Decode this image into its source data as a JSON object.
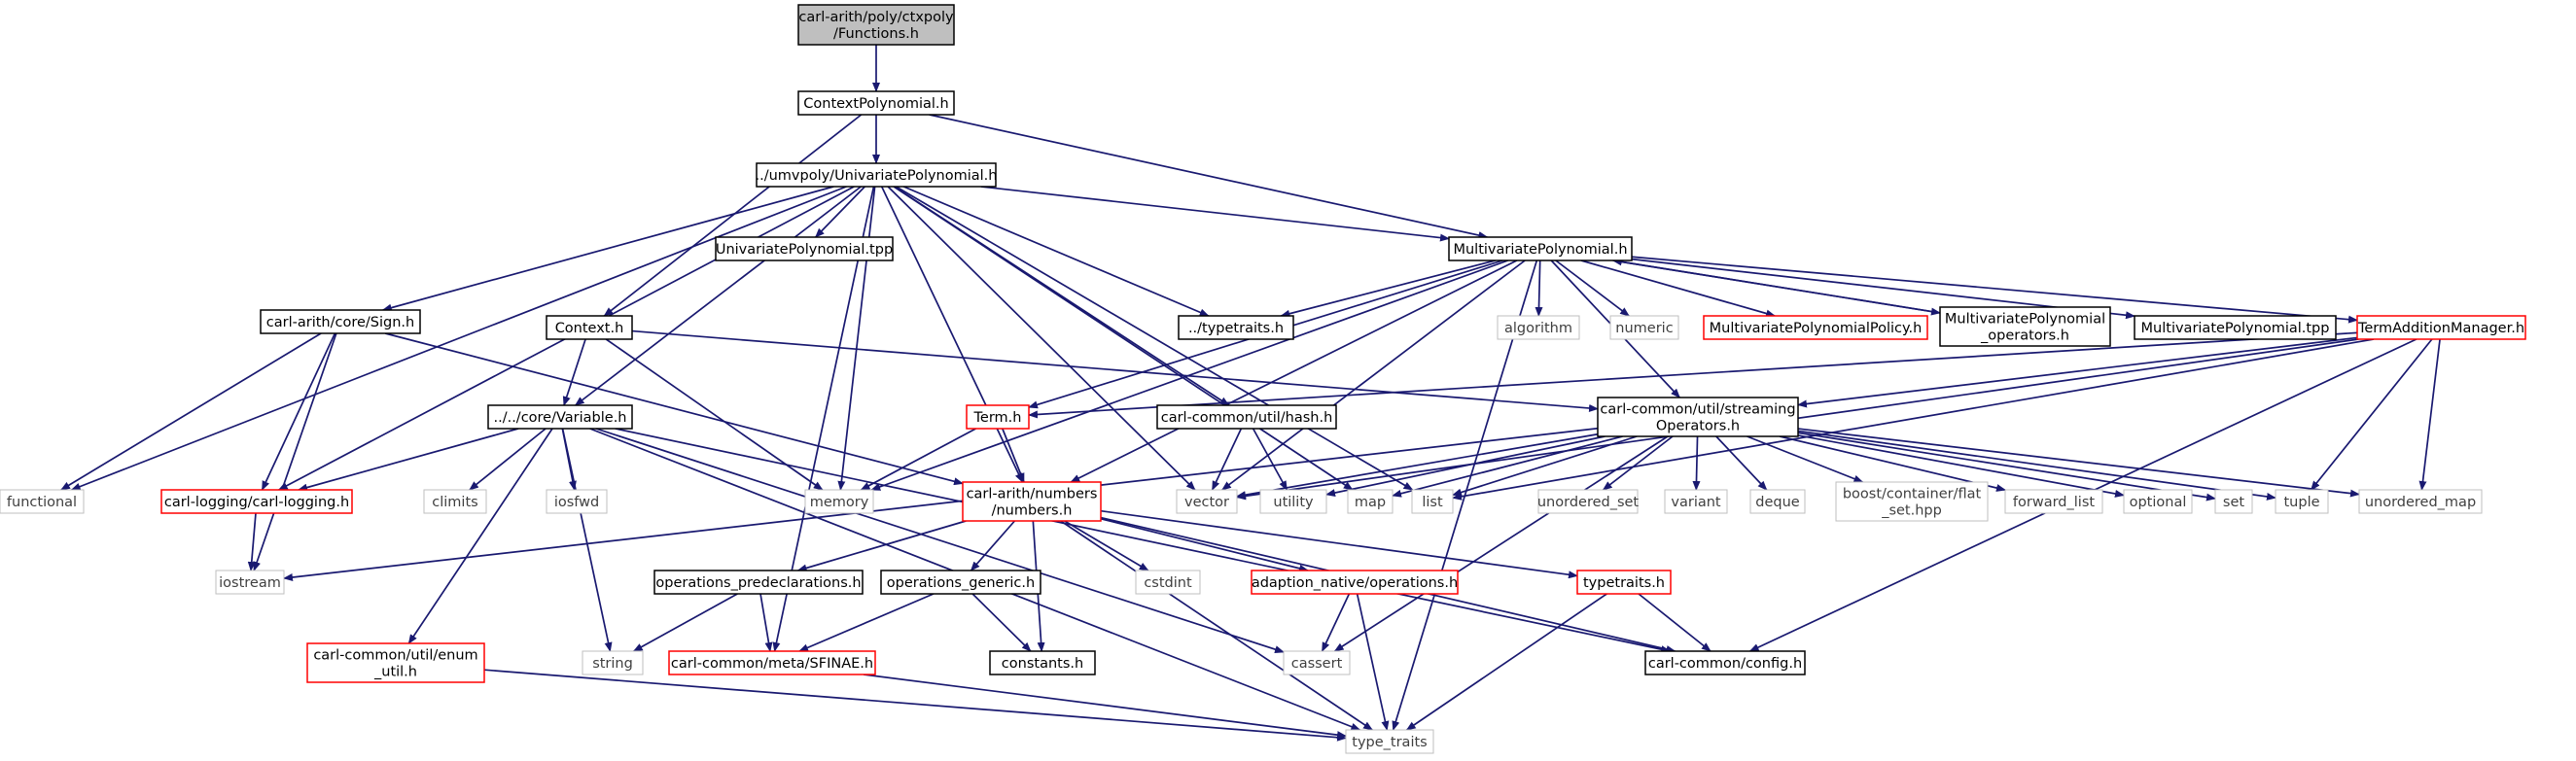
{
  "graph": {
    "nodes": [
      {
        "id": "functions",
        "lines": [
          "carl-arith/poly/ctxpoly",
          "/Functions.h"
        ],
        "kind": "root"
      },
      {
        "id": "ctxpoly",
        "lines": [
          "ContextPolynomial.h"
        ],
        "kind": "documented"
      },
      {
        "id": "univar",
        "lines": [
          "../umvpoly/UnivariatePolynomial.h"
        ],
        "kind": "documented"
      },
      {
        "id": "univar_tpp",
        "lines": [
          "UnivariatePolynomial.tpp"
        ],
        "kind": "documented"
      },
      {
        "id": "multivar",
        "lines": [
          "MultivariatePolynomial.h"
        ],
        "kind": "documented"
      },
      {
        "id": "context",
        "lines": [
          "Context.h"
        ],
        "kind": "documented"
      },
      {
        "id": "typetraits_rel",
        "lines": [
          "../typetraits.h"
        ],
        "kind": "documented"
      },
      {
        "id": "algorithm",
        "lines": [
          "algorithm"
        ],
        "kind": "system"
      },
      {
        "id": "numeric",
        "lines": [
          "numeric"
        ],
        "kind": "system"
      },
      {
        "id": "mvp_policy",
        "lines": [
          "MultivariatePolynomialPolicy.h"
        ],
        "kind": "truncated"
      },
      {
        "id": "mvp_ops",
        "lines": [
          "MultivariatePolynomial",
          "_operators.h"
        ],
        "kind": "documented"
      },
      {
        "id": "mvp_tpp",
        "lines": [
          "MultivariatePolynomial.tpp"
        ],
        "kind": "documented"
      },
      {
        "id": "termadd",
        "lines": [
          "TermAdditionManager.h"
        ],
        "kind": "truncated"
      },
      {
        "id": "sign",
        "lines": [
          "carl-arith/core/Sign.h"
        ],
        "kind": "documented"
      },
      {
        "id": "variable",
        "lines": [
          "../../core/Variable.h"
        ],
        "kind": "documented"
      },
      {
        "id": "hash",
        "lines": [
          "carl-common/util/hash.h"
        ],
        "kind": "documented"
      },
      {
        "id": "term",
        "lines": [
          "Term.h"
        ],
        "kind": "truncated"
      },
      {
        "id": "streaming",
        "lines": [
          "carl-common/util/streaming",
          "Operators.h"
        ],
        "kind": "documented"
      },
      {
        "id": "functional",
        "lines": [
          "functional"
        ],
        "kind": "system"
      },
      {
        "id": "logging",
        "lines": [
          "carl-logging/carl-logging.h"
        ],
        "kind": "truncated"
      },
      {
        "id": "climits",
        "lines": [
          "climits"
        ],
        "kind": "system"
      },
      {
        "id": "iosfwd",
        "lines": [
          "iosfwd"
        ],
        "kind": "system"
      },
      {
        "id": "memory",
        "lines": [
          "memory"
        ],
        "kind": "system"
      },
      {
        "id": "numbers",
        "lines": [
          "carl-arith/numbers",
          "/numbers.h"
        ],
        "kind": "truncated"
      },
      {
        "id": "vector",
        "lines": [
          "vector"
        ],
        "kind": "system"
      },
      {
        "id": "utility",
        "lines": [
          "utility"
        ],
        "kind": "system"
      },
      {
        "id": "map",
        "lines": [
          "map"
        ],
        "kind": "system"
      },
      {
        "id": "list",
        "lines": [
          "list"
        ],
        "kind": "system"
      },
      {
        "id": "unordered_set",
        "lines": [
          "unordered_set"
        ],
        "kind": "system"
      },
      {
        "id": "variant",
        "lines": [
          "variant"
        ],
        "kind": "system"
      },
      {
        "id": "deque",
        "lines": [
          "deque"
        ],
        "kind": "system"
      },
      {
        "id": "flat_set",
        "lines": [
          "boost/container/flat",
          "_set.hpp"
        ],
        "kind": "system"
      },
      {
        "id": "forward_list",
        "lines": [
          "forward_list"
        ],
        "kind": "system"
      },
      {
        "id": "optional",
        "lines": [
          "optional"
        ],
        "kind": "system"
      },
      {
        "id": "set",
        "lines": [
          "set"
        ],
        "kind": "system"
      },
      {
        "id": "tuple",
        "lines": [
          "tuple"
        ],
        "kind": "system"
      },
      {
        "id": "unordered_map",
        "lines": [
          "unordered_map"
        ],
        "kind": "system"
      },
      {
        "id": "iostream",
        "lines": [
          "iostream"
        ],
        "kind": "system"
      },
      {
        "id": "ops_predecl",
        "lines": [
          "operations_predeclarations.h"
        ],
        "kind": "documented"
      },
      {
        "id": "ops_generic",
        "lines": [
          "operations_generic.h"
        ],
        "kind": "documented"
      },
      {
        "id": "cstdint",
        "lines": [
          "cstdint"
        ],
        "kind": "system"
      },
      {
        "id": "adaption",
        "lines": [
          "adaption_native/operations.h"
        ],
        "kind": "truncated"
      },
      {
        "id": "typetraits_h",
        "lines": [
          "typetraits.h"
        ],
        "kind": "truncated"
      },
      {
        "id": "enum_util",
        "lines": [
          "carl-common/util/enum",
          "_util.h"
        ],
        "kind": "truncated"
      },
      {
        "id": "string",
        "lines": [
          "string"
        ],
        "kind": "system"
      },
      {
        "id": "sfinae",
        "lines": [
          "carl-common/meta/SFINAE.h"
        ],
        "kind": "truncated"
      },
      {
        "id": "constants",
        "lines": [
          "constants.h"
        ],
        "kind": "documented"
      },
      {
        "id": "cassert",
        "lines": [
          "cassert"
        ],
        "kind": "system"
      },
      {
        "id": "config",
        "lines": [
          "carl-common/config.h"
        ],
        "kind": "documented"
      },
      {
        "id": "type_traits",
        "lines": [
          "type_traits"
        ],
        "kind": "system"
      }
    ],
    "edges": [
      [
        "functions",
        "ctxpoly"
      ],
      [
        "ctxpoly",
        "univar"
      ],
      [
        "ctxpoly",
        "multivar"
      ],
      [
        "ctxpoly",
        "context"
      ],
      [
        "univar",
        "univar_tpp"
      ],
      [
        "univar",
        "multivar"
      ],
      [
        "univar",
        "typetraits_rel"
      ],
      [
        "univar",
        "sign"
      ],
      [
        "univar",
        "variable"
      ],
      [
        "univar",
        "functional"
      ],
      [
        "univar",
        "logging"
      ],
      [
        "univar",
        "memory"
      ],
      [
        "univar",
        "numbers"
      ],
      [
        "univar",
        "vector"
      ],
      [
        "univar",
        "hash"
      ],
      [
        "univar",
        "map"
      ],
      [
        "univar",
        "list"
      ],
      [
        "univar",
        "sfinae"
      ],
      [
        "multivar",
        "typetraits_rel"
      ],
      [
        "multivar",
        "algorithm"
      ],
      [
        "multivar",
        "numeric"
      ],
      [
        "multivar",
        "mvp_policy"
      ],
      [
        "multivar",
        "mvp_ops"
      ],
      [
        "multivar",
        "mvp_tpp"
      ],
      [
        "multivar",
        "termadd"
      ],
      [
        "multivar",
        "term"
      ],
      [
        "multivar",
        "memory"
      ],
      [
        "multivar",
        "numbers"
      ],
      [
        "multivar",
        "vector"
      ],
      [
        "multivar",
        "streaming"
      ],
      [
        "multivar",
        "type_traits"
      ],
      [
        "mvp_ops",
        "multivar"
      ],
      [
        "termadd",
        "term"
      ],
      [
        "termadd",
        "streaming"
      ],
      [
        "termadd",
        "vector"
      ],
      [
        "termadd",
        "list"
      ],
      [
        "termadd",
        "tuple"
      ],
      [
        "termadd",
        "unordered_map"
      ],
      [
        "termadd",
        "config"
      ],
      [
        "context",
        "variable"
      ],
      [
        "context",
        "memory"
      ],
      [
        "context",
        "streaming"
      ],
      [
        "sign",
        "functional"
      ],
      [
        "sign",
        "logging"
      ],
      [
        "sign",
        "iostream"
      ],
      [
        "sign",
        "numbers"
      ],
      [
        "variable",
        "logging"
      ],
      [
        "variable",
        "climits"
      ],
      [
        "variable",
        "iosfwd"
      ],
      [
        "variable",
        "string"
      ],
      [
        "variable",
        "enum_util"
      ],
      [
        "variable",
        "type_traits"
      ],
      [
        "variable",
        "cassert"
      ],
      [
        "variable",
        "config"
      ],
      [
        "hash",
        "vector"
      ],
      [
        "hash",
        "utility"
      ],
      [
        "term",
        "memory"
      ],
      [
        "term",
        "numbers"
      ],
      [
        "streaming",
        "iostream"
      ],
      [
        "streaming",
        "vector"
      ],
      [
        "streaming",
        "utility"
      ],
      [
        "streaming",
        "map"
      ],
      [
        "streaming",
        "list"
      ],
      [
        "streaming",
        "unordered_set"
      ],
      [
        "streaming",
        "variant"
      ],
      [
        "streaming",
        "deque"
      ],
      [
        "streaming",
        "flat_set"
      ],
      [
        "streaming",
        "forward_list"
      ],
      [
        "streaming",
        "optional"
      ],
      [
        "streaming",
        "set"
      ],
      [
        "streaming",
        "tuple"
      ],
      [
        "streaming",
        "unordered_map"
      ],
      [
        "streaming",
        "cassert"
      ],
      [
        "logging",
        "iostream"
      ],
      [
        "numbers",
        "ops_predecl"
      ],
      [
        "numbers",
        "ops_generic"
      ],
      [
        "numbers",
        "cstdint"
      ],
      [
        "numbers",
        "adaption"
      ],
      [
        "numbers",
        "typetraits_h"
      ],
      [
        "numbers",
        "constants"
      ],
      [
        "numbers",
        "config"
      ],
      [
        "numbers",
        "type_traits"
      ],
      [
        "ops_predecl",
        "string"
      ],
      [
        "ops_predecl",
        "sfinae"
      ],
      [
        "ops_generic",
        "sfinae"
      ],
      [
        "ops_generic",
        "constants"
      ],
      [
        "adaption",
        "cassert"
      ],
      [
        "adaption",
        "type_traits"
      ],
      [
        "typetraits_h",
        "config"
      ],
      [
        "typetraits_h",
        "type_traits"
      ],
      [
        "enum_util",
        "type_traits"
      ],
      [
        "sfinae",
        "type_traits"
      ]
    ]
  },
  "colors": {
    "edge": "#191970",
    "documented_border": "#000000",
    "truncated_border": "#ff0000",
    "system_border": "#bfbfbf",
    "system_text": "#404040",
    "root_fill": "#bfbfbf",
    "text": "#000000"
  }
}
